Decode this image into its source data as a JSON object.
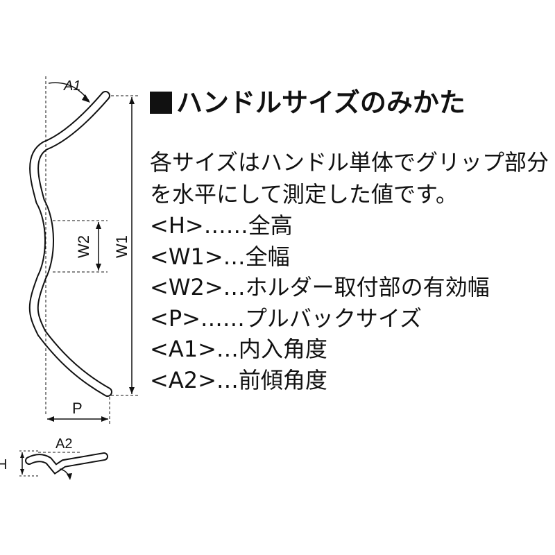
{
  "heading": "ハンドルサイズのみかた",
  "description": [
    "各サイズはハンドル単体でグリップ部分",
    "を水平にして測定した値です。"
  ],
  "legend": [
    {
      "key": "<H>",
      "dots": "……",
      "meaning": "全高"
    },
    {
      "key": "<W1>",
      "dots": "…",
      "meaning": "全幅"
    },
    {
      "key": "<W2>",
      "dots": "…",
      "meaning": "ホルダー取付部の有効幅"
    },
    {
      "key": "<P>",
      "dots": "……",
      "meaning": "プルバックサイズ"
    },
    {
      "key": "<A1>",
      "dots": "…",
      "meaning": "内入角度"
    },
    {
      "key": "<A2>",
      "dots": "…",
      "meaning": "前傾角度"
    }
  ],
  "diagram_labels": {
    "a1": "A1",
    "w2": "W2",
    "w1": "W1",
    "p": "P",
    "a2": "A2",
    "h": "H"
  },
  "colors": {
    "line": "#111111",
    "background": "#ffffff"
  }
}
